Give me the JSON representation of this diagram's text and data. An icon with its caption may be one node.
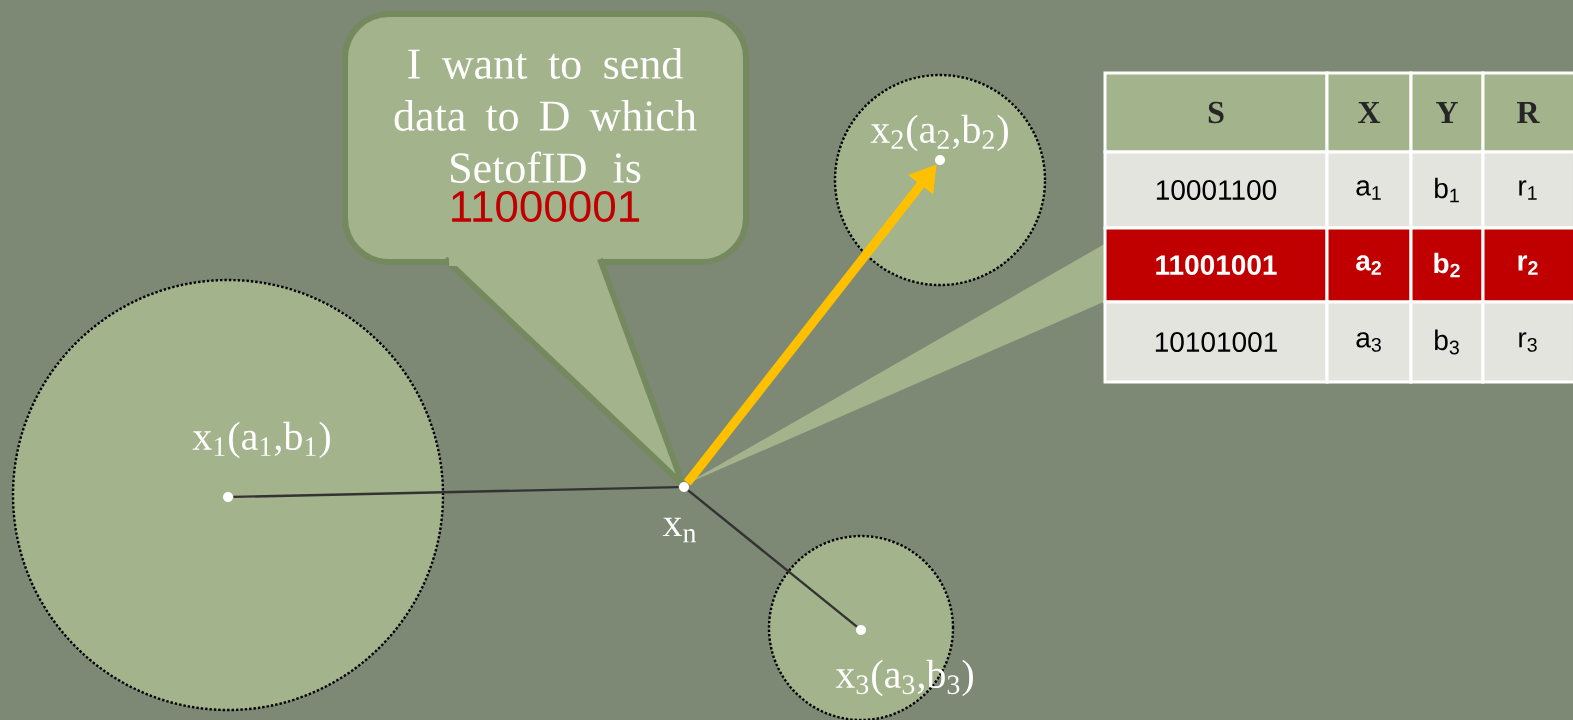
{
  "diagram": {
    "nodes": [
      {
        "text": [
          "I want to send data to D which SetofID is",
          "11000001"
        ]
      },
      {
        "text": [
          "x$_{2}$(a$_{2}$,b$_{2}$)"
        ]
      },
      {
        "text": [],
        "shape": "circle",
        "in": 1
      },
      {
        "text": [
          "x$_{1}$(a$_{1}$,b$_{1}$)"
        ]
      },
      {
        "text": [],
        "shape": "circle",
        "in": 3
      },
      {
        "text": [],
        "shape": "circle",
        "beside": [
          "x$_{n}$"
        ]
      },
      {
        "text": [
          "x$_{3}$(a$_{3}$,b$_{3}$)"
        ]
      },
      {
        "text": [],
        "shape": "circle",
        "in": 6
      },
      {
        "text": [],
        "shape": "triangle"
      }
    ],
    "edges": [
      {
        "from": 4,
        "to": 5,
        "arrow": "none"
      },
      {
        "from": 5,
        "to": 2,
        "arrow": "to",
        "style": "thick",
        "color": "#ffc000"
      },
      {
        "from": 5,
        "to": 7,
        "arrow": "none"
      }
    ],
    "labels": [
      "S",
      "X",
      "Y",
      "R",
      "10001100",
      "a$_{1}$",
      "b$_{1}$",
      "r$_{1}$",
      "11001001",
      "a$_{2}$",
      "b$_{2}$",
      "r$_{2}$",
      "10101001",
      "a$_{3}$",
      "b$_{3}$",
      "r$_{3}$"
    ]
  }
}
